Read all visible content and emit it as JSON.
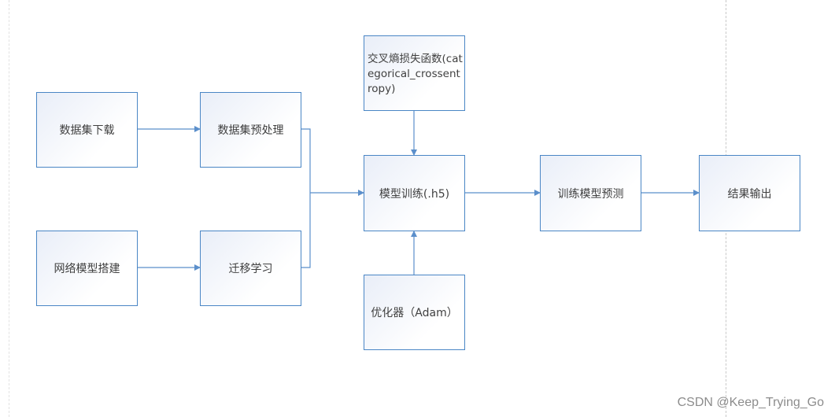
{
  "nodes": {
    "dataset_download": "数据集下载",
    "dataset_preprocess": "数据集预处理",
    "network_build": "网络模型搭建",
    "transfer_learning": "迁移学习",
    "loss_function": "交叉熵损失函数(categorical_crossentropy)",
    "optimizer": "优化器（Adam）",
    "model_training": "模型训练(.h5)",
    "model_prediction": "训练模型预测",
    "result_output": "结果输出"
  },
  "watermark": "CSDN @Keep_Trying_Go",
  "colors": {
    "box_border": "#4a86c5",
    "arrow": "#5b8fcb",
    "text": "#404040",
    "box_gradient_start": "#e9eef8",
    "box_gradient_end": "#ffffff",
    "guide_line": "#c8c8c8"
  }
}
